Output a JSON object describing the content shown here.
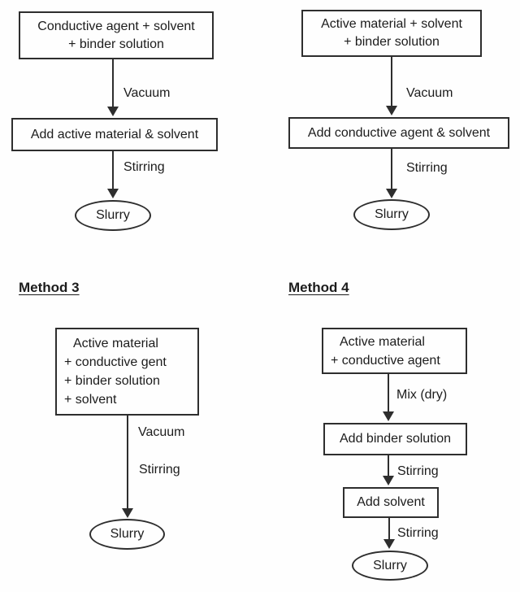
{
  "diagram_title": "Slurry preparation methods flowchart",
  "colors": {
    "ink": "#2e2e2e",
    "background": "#fefefe"
  },
  "section_labels": {
    "method3": "Method 3",
    "method4": "Method 4"
  },
  "flows": {
    "m1": {
      "box1_line1": "Conductive agent + solvent",
      "box1_line2": "+ binder solution",
      "arrow1_label": "Vacuum",
      "box2": "Add active material & solvent",
      "arrow2_label": "Stirring",
      "terminal": "Slurry"
    },
    "m2": {
      "box1_line1": "Active material + solvent",
      "box1_line2": "+ binder solution",
      "arrow1_label": "Vacuum",
      "box2": "Add conductive agent & solvent",
      "arrow2_label": "Stirring",
      "terminal": "Slurry"
    },
    "m3": {
      "box_line1": "Active material",
      "box_line2": "+ conductive gent",
      "box_line3": "+ binder solution",
      "box_line4": "+ solvent",
      "arrow_label1": "Vacuum",
      "arrow_label2": "Stirring",
      "terminal": "Slurry"
    },
    "m4": {
      "box1_line1": "Active material",
      "box1_line2": "+ conductive agent",
      "arrow1_label": "Mix (dry)",
      "box2": "Add binder solution",
      "arrow2_label": "Stirring",
      "box3": "Add solvent",
      "arrow3_label": "Stirring",
      "terminal": "Slurry"
    }
  }
}
